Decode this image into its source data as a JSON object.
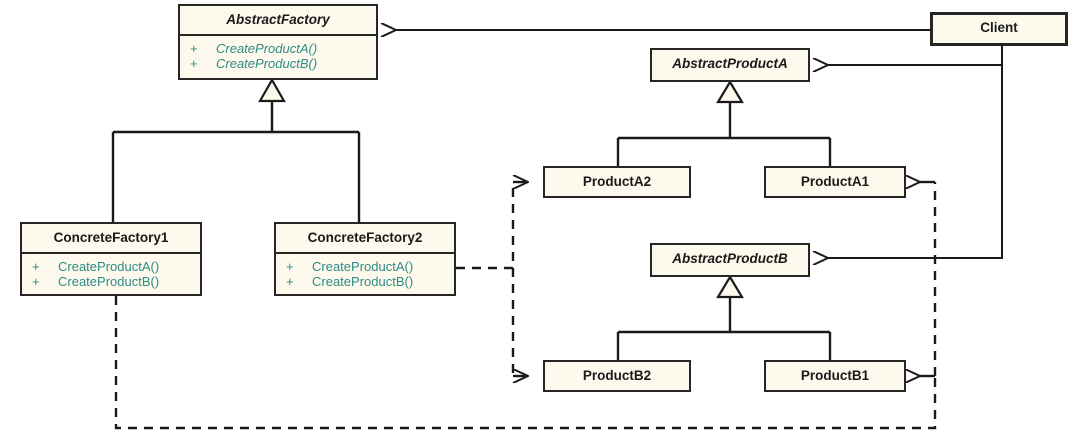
{
  "diagram": {
    "title": "Abstract Factory pattern class diagram",
    "colors": {
      "box_fill": "#fdf9ec",
      "box_border": "#262626",
      "title_text": "#1a1a1a",
      "operation_text": "#2e8b86",
      "line": "#1a1a1a",
      "background": "#ffffff"
    },
    "classes": [
      {
        "id": "abstractfactory",
        "name": "AbstractFactory",
        "abstract": true,
        "operations": [
          {
            "visibility": "+",
            "signature": "CreateProductA()",
            "abstract": true
          },
          {
            "visibility": "+",
            "signature": "CreateProductB()",
            "abstract": true
          }
        ]
      },
      {
        "id": "concretefactory1",
        "name": "ConcreteFactory1",
        "abstract": false,
        "operations": [
          {
            "visibility": "+",
            "signature": "CreateProductA()",
            "abstract": false
          },
          {
            "visibility": "+",
            "signature": "CreateProductB()",
            "abstract": false
          }
        ]
      },
      {
        "id": "concretefactory2",
        "name": "ConcreteFactory2",
        "abstract": false,
        "operations": [
          {
            "visibility": "+",
            "signature": "CreateProductA()",
            "abstract": false
          },
          {
            "visibility": "+",
            "signature": "CreateProductB()",
            "abstract": false
          }
        ]
      },
      {
        "id": "abstractproducta",
        "name": "AbstractProductA",
        "abstract": true,
        "operations": []
      },
      {
        "id": "abstractproductb",
        "name": "AbstractProductB",
        "abstract": true,
        "operations": []
      },
      {
        "id": "producta2",
        "name": "ProductA2",
        "abstract": false,
        "operations": []
      },
      {
        "id": "producta1",
        "name": "ProductA1",
        "abstract": false,
        "operations": []
      },
      {
        "id": "productb2",
        "name": "ProductB2",
        "abstract": false,
        "operations": []
      },
      {
        "id": "productb1",
        "name": "ProductB1",
        "abstract": false,
        "operations": []
      },
      {
        "id": "client",
        "name": "Client",
        "abstract": false,
        "operations": []
      }
    ],
    "relationships": [
      {
        "type": "association",
        "from": "client",
        "to": "abstractfactory",
        "style": "solid",
        "arrow": "open"
      },
      {
        "type": "association",
        "from": "client",
        "to": "abstractproducta",
        "style": "solid",
        "arrow": "open"
      },
      {
        "type": "association",
        "from": "client",
        "to": "abstractproductb",
        "style": "solid",
        "arrow": "open"
      },
      {
        "type": "generalization",
        "from": "concretefactory1",
        "to": "abstractfactory",
        "style": "solid",
        "arrow": "hollow-triangle"
      },
      {
        "type": "generalization",
        "from": "concretefactory2",
        "to": "abstractfactory",
        "style": "solid",
        "arrow": "hollow-triangle"
      },
      {
        "type": "generalization",
        "from": "producta2",
        "to": "abstractproducta",
        "style": "solid",
        "arrow": "hollow-triangle"
      },
      {
        "type": "generalization",
        "from": "producta1",
        "to": "abstractproducta",
        "style": "solid",
        "arrow": "hollow-triangle"
      },
      {
        "type": "generalization",
        "from": "productb2",
        "to": "abstractproductb",
        "style": "solid",
        "arrow": "hollow-triangle"
      },
      {
        "type": "generalization",
        "from": "productb1",
        "to": "abstractproductb",
        "style": "solid",
        "arrow": "hollow-triangle"
      },
      {
        "type": "dependency",
        "from": "concretefactory2",
        "to": "producta2",
        "style": "dashed",
        "arrow": "open"
      },
      {
        "type": "dependency",
        "from": "concretefactory2",
        "to": "productb2",
        "style": "dashed",
        "arrow": "open"
      },
      {
        "type": "dependency",
        "from": "concretefactory1",
        "to": "producta1",
        "style": "dashed",
        "arrow": "open"
      },
      {
        "type": "dependency",
        "from": "concretefactory1",
        "to": "productb1",
        "style": "dashed",
        "arrow": "open"
      }
    ]
  }
}
